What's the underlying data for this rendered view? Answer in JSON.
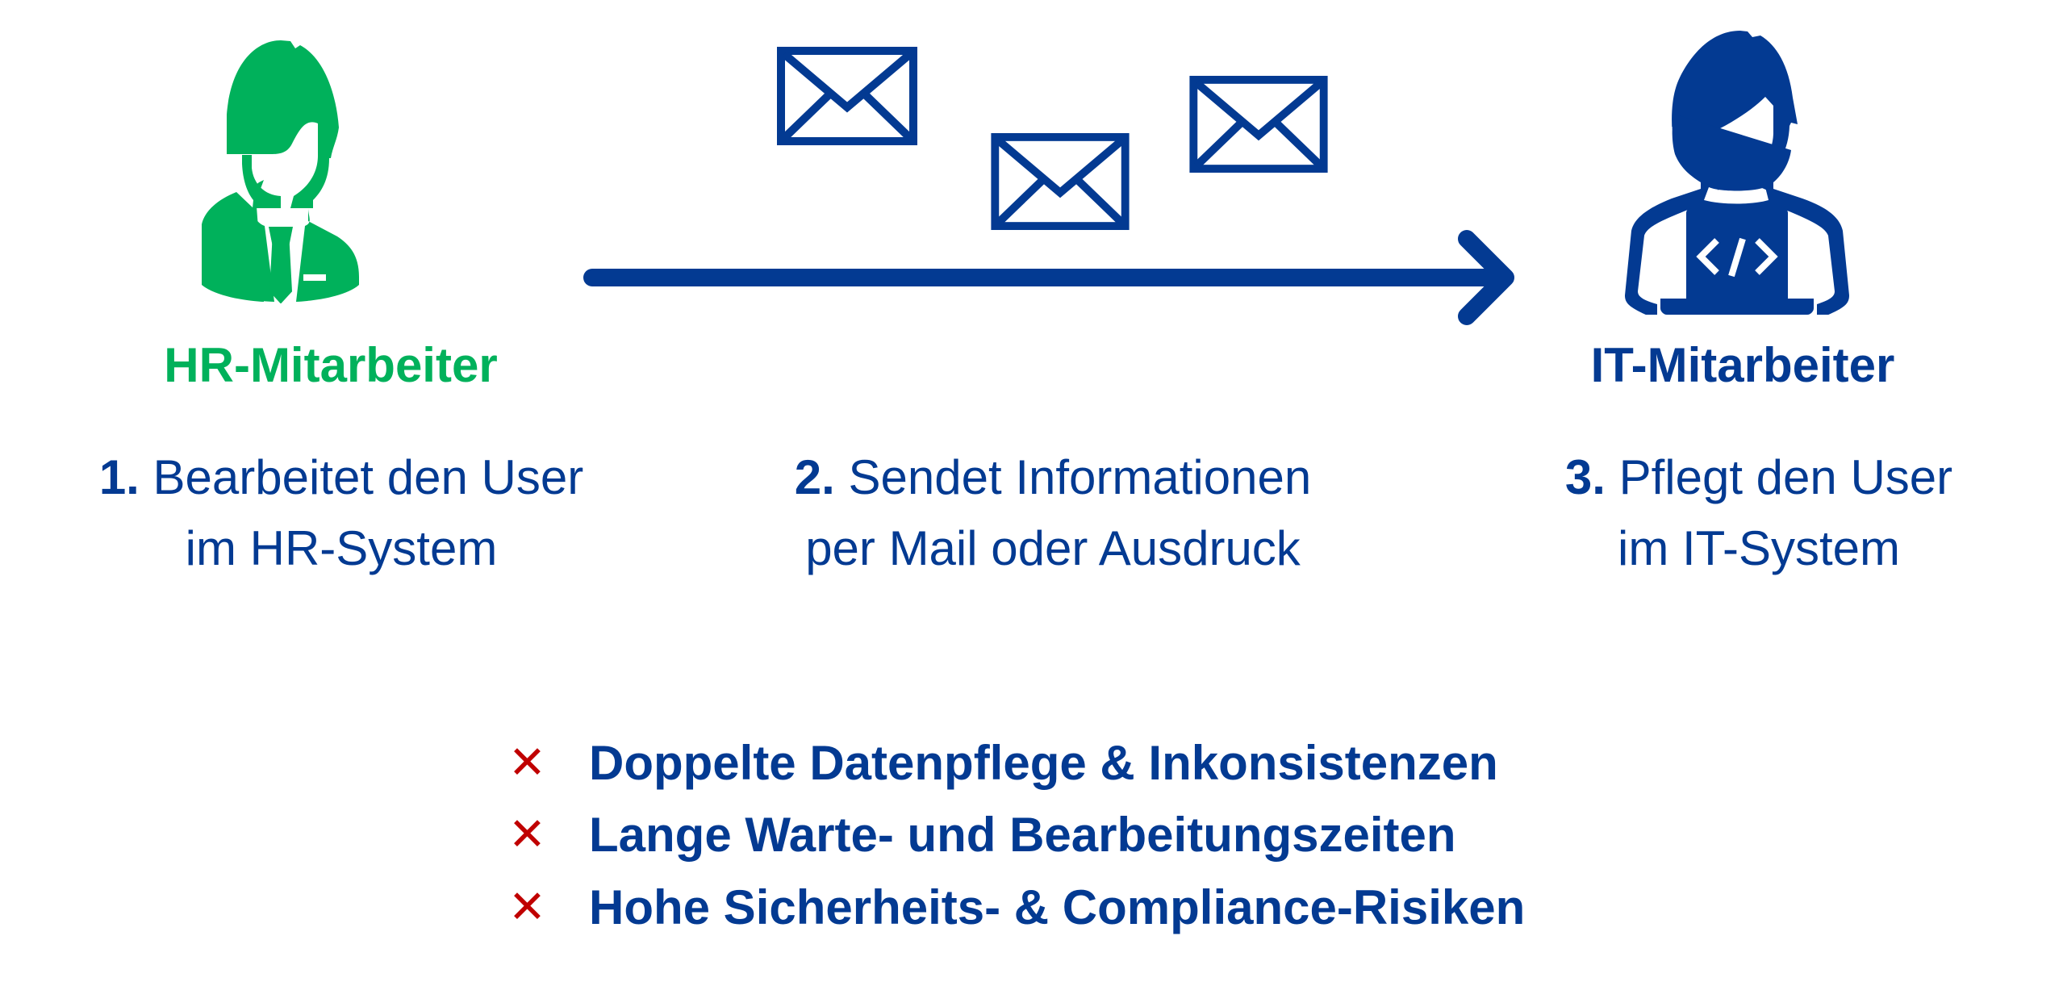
{
  "colors": {
    "hr_green": "#00b15b",
    "it_blue": "#033a92",
    "cross_red": "#c00000"
  },
  "hr": {
    "label": "HR-Mitarbeiter",
    "icon": "businessman-icon"
  },
  "it": {
    "label": "IT-Mitarbeiter",
    "icon": "developer-laptop-icon"
  },
  "flow": {
    "icon": "arrow-right-icon",
    "envelopes": [
      "mail-envelope-icon",
      "mail-envelope-icon",
      "mail-envelope-icon"
    ]
  },
  "steps": [
    {
      "num": "1.",
      "line1": "Bearbeitet den User",
      "line2": "im HR-System"
    },
    {
      "num": "2.",
      "line1": "Sendet Informationen",
      "line2": "per Mail oder Ausdruck"
    },
    {
      "num": "3.",
      "line1": "Pflegt den User",
      "line2": "im IT-System"
    }
  ],
  "problems": {
    "marker": "✕",
    "items": [
      "Doppelte Datenpflege & Inkonsistenzen",
      "Lange Warte- und Bearbeitungszeiten",
      "Hohe Sicherheits- & Compliance-Risiken"
    ]
  }
}
